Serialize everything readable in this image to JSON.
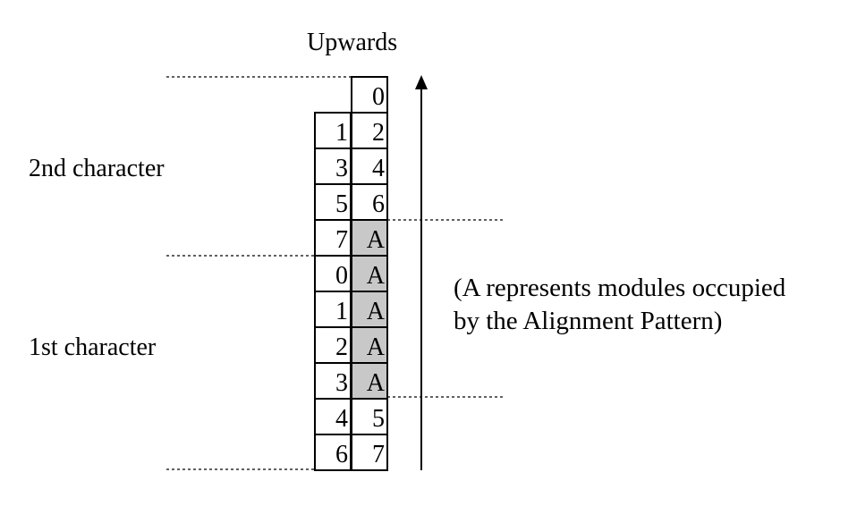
{
  "direction_label": "Upwards",
  "second_character_label": "2nd character",
  "first_character_label": "1st character",
  "note": {
    "line1": "(A represents modules occupied",
    "line2": "by the Alignment Pattern)"
  },
  "colors": {
    "alignment_fill": "#c8c8c8",
    "cell_fill": "#ffffff",
    "stroke": "#000000"
  },
  "rows": [
    {
      "left": "",
      "right": "0",
      "right_alignment": false
    },
    {
      "left": "1",
      "right": "2",
      "right_alignment": false
    },
    {
      "left": "3",
      "right": "4",
      "right_alignment": false
    },
    {
      "left": "5",
      "right": "6",
      "right_alignment": false
    },
    {
      "left": "7",
      "right": "A",
      "right_alignment": true
    },
    {
      "left": "0",
      "right": "A",
      "right_alignment": true
    },
    {
      "left": "1",
      "right": "A",
      "right_alignment": true
    },
    {
      "left": "2",
      "right": "A",
      "right_alignment": true
    },
    {
      "left": "3",
      "right": "A",
      "right_alignment": true
    },
    {
      "left": "4",
      "right": "5",
      "right_alignment": false
    },
    {
      "left": "6",
      "right": "7",
      "right_alignment": false
    }
  ],
  "arrow_icon": "arrow-up-icon"
}
